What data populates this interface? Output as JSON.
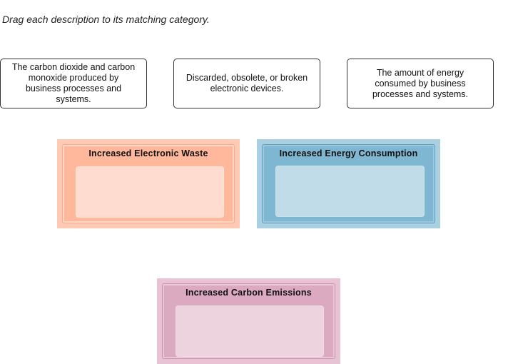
{
  "instruction": "Drag each description to its matching category.",
  "descriptions": [
    {
      "lines": [
        "The carbon dioxide and carbon",
        "monoxide produced by",
        "business processes and",
        "systems."
      ]
    },
    {
      "lines": [
        "Discarded, obsolete, or broken",
        "electronic devices."
      ]
    },
    {
      "lines": [
        "The amount of energy",
        "consumed by business",
        "processes and systems."
      ]
    }
  ],
  "categories": [
    {
      "title": "Increased Electronic Waste",
      "color": "#ffb89b"
    },
    {
      "title": "Increased Energy Consumption",
      "color": "#7fb6d1"
    },
    {
      "title": "Increased Carbon Emissions",
      "color": "#dcaac0"
    }
  ]
}
